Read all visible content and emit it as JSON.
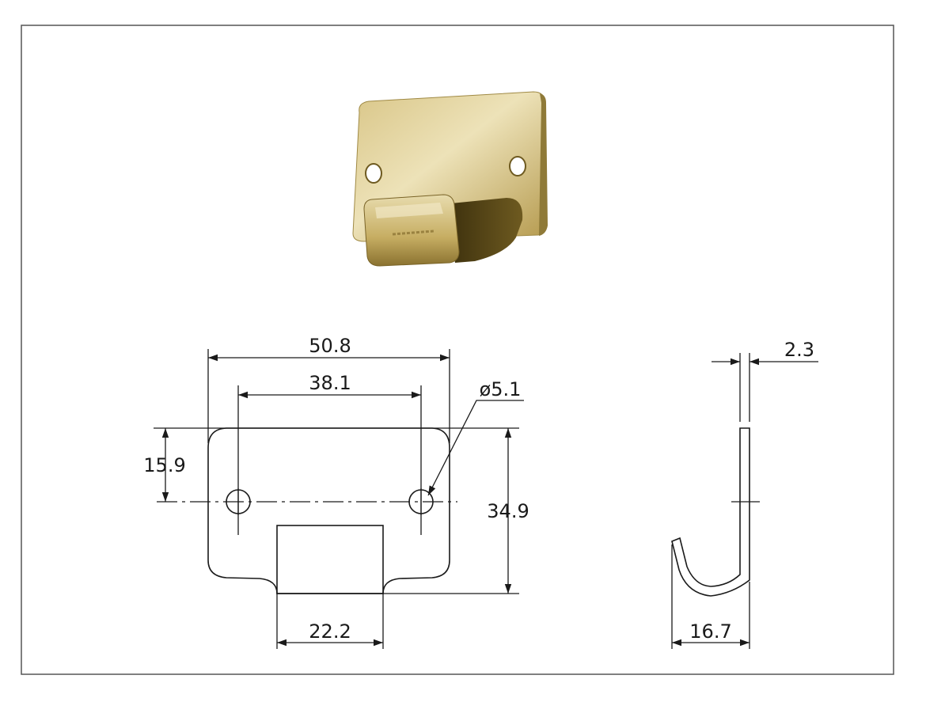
{
  "drawing": {
    "front_view": {
      "overall_width": "50.8",
      "hole_spacing": "38.1",
      "hole_diameter": "ø5.1",
      "hole_height": "15.9",
      "overall_height": "34.9",
      "tab_width": "22.2"
    },
    "side_view": {
      "thickness": "2.3",
      "hook_depth": "16.7"
    }
  },
  "colors": {
    "line": "#1a1a1a",
    "brass_light": "#e6d9a4",
    "brass_mid": "#c8b26a",
    "brass_dark": "#5a4a17"
  }
}
